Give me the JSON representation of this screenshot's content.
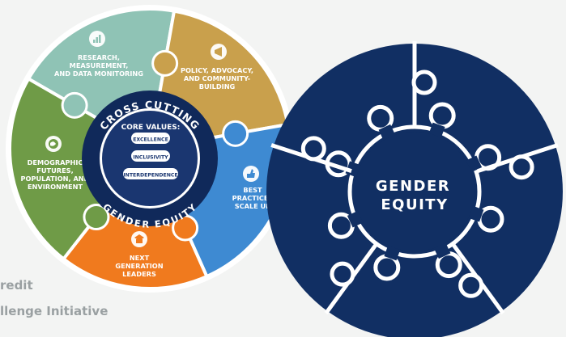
{
  "credit": {
    "line1": "redit",
    "line2": "llenge Initiative"
  },
  "left_wheel": {
    "ring_top_text": "CROSS CUTTING",
    "ring_bottom_text": "GENDER   EQUITY",
    "core_title": "CORE VALUES:",
    "core_values": [
      "EXCELLENCE",
      "INCLUSIVITY",
      "INTERDEPENDENCE"
    ],
    "segments": [
      {
        "label_lines": [
          "RESEARCH,",
          "MEASUREMENT,",
          "AND DATA MONITORING"
        ],
        "color": "#8fc3b5",
        "icon": "bar-chart-icon"
      },
      {
        "label_lines": [
          "POLICY, ADVOCACY,",
          "AND COMMUNITY-",
          "BUILDING"
        ],
        "color": "#c9a04c",
        "icon": "megaphone-icon"
      },
      {
        "label_lines": [
          "BEST",
          "PRACTICES",
          "SCALE UP"
        ],
        "color": "#3e8ad2",
        "icon": "thumbs-up-icon"
      },
      {
        "label_lines": [
          "NEXT",
          "GENERATION",
          "LEADERS"
        ],
        "color": "#f07a1e",
        "icon": "graduation-icon"
      },
      {
        "label_lines": [
          "DEMOGRAPHIC",
          "FUTURES,",
          "POPULATION, AND",
          "ENVIRONMENT"
        ],
        "color": "#6f9b47",
        "icon": "globe-icon"
      }
    ],
    "ring_color": "#10295a",
    "core_color": "#1a3670"
  },
  "right_wheel": {
    "center_lines": [
      "GENDER",
      "EQUITY"
    ],
    "color": "#112f63"
  }
}
